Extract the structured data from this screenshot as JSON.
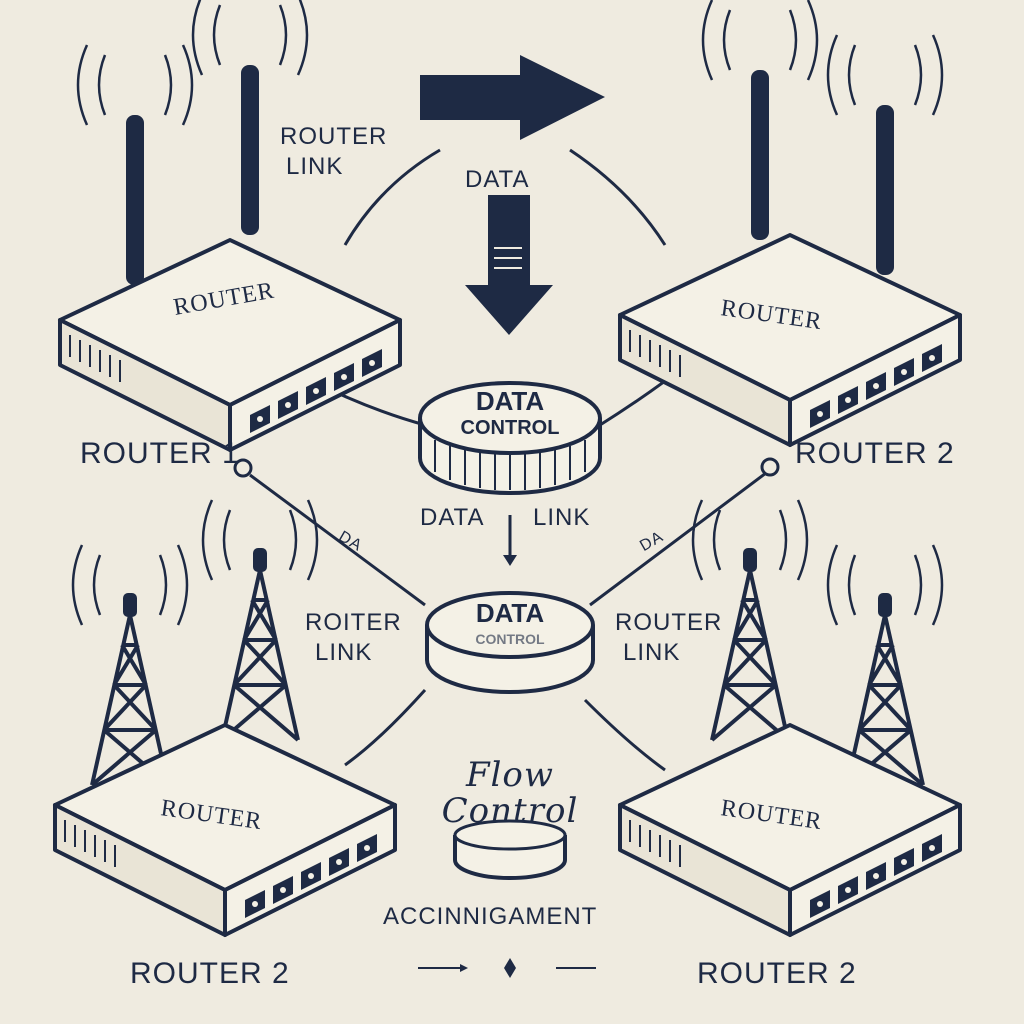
{
  "diagram": {
    "routers": [
      {
        "id": "r1",
        "device_label": "ROUTER",
        "caption": "ROUTER 1",
        "antenna": "rod"
      },
      {
        "id": "r2",
        "device_label": "ROUTER",
        "caption": "ROUTER 2",
        "antenna": "rod"
      },
      {
        "id": "r3",
        "device_label": "ROUTER",
        "caption": "ROUTER 2",
        "antenna": "tower"
      },
      {
        "id": "r4",
        "device_label": "ROUTER",
        "caption": "ROUTER 2",
        "antenna": "tower"
      }
    ],
    "hubs": [
      {
        "id": "hub_top",
        "title": "DATA",
        "subtitle": "CONTROL"
      },
      {
        "id": "hub_mid",
        "title": "DATA",
        "subtitle": "CONTROL"
      }
    ],
    "labels": {
      "router_link_top": [
        "ROUTER",
        "LINK"
      ],
      "data_top": "DATA",
      "data_link": [
        "DATA",
        "LINK"
      ],
      "left_link": [
        "ROITER",
        "LINK"
      ],
      "right_link": [
        "ROUTER",
        "LINK"
      ],
      "left_line_tag": "DA",
      "right_line_tag": "DA",
      "flow_control": [
        "Flow",
        "Control"
      ],
      "acknowledgement": "ACCINNIGAMENT"
    },
    "colors": {
      "ink": "#1e2a44",
      "paper": "#efebe0",
      "device": "#f4f1e6"
    }
  }
}
